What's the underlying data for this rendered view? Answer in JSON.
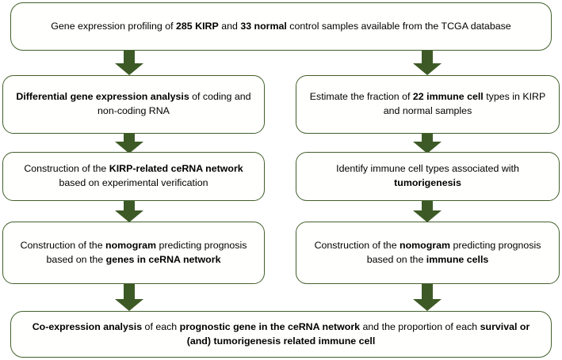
{
  "figure": {
    "type": "flowchart",
    "orientation": "top-to-bottom",
    "columns": 2,
    "colors": {
      "box_border": "#43602c",
      "box_fill": "#fffffd",
      "arrow": "#3d5a26",
      "text": "#000000",
      "background": "#ffffff"
    }
  },
  "nodes": {
    "top": {
      "id": "data-source",
      "text_html": "Gene expression profiling of <b>285 KIRP</b> and <b>33 normal</b> control samples available from the TCGA database",
      "text_plain": "Gene expression profiling of 285 KIRP and 33 normal control samples available from the TCGA database"
    },
    "left": [
      {
        "id": "differential-expression",
        "text_html": "<b>Differential gene expression analysis</b> of coding and non-coding RNA",
        "text_plain": "Differential gene expression analysis of coding and non-coding RNA"
      },
      {
        "id": "cerna-network",
        "text_html": "Construction of the <b>KIRP-related ceRNA network</b> based on experimental verification",
        "text_plain": "Construction of the KIRP-related ceRNA network based on experimental verification"
      },
      {
        "id": "nomogram-genes",
        "text_html": "Construction of the <b>nomogram</b> predicting prognosis based on the <b>genes in ceRNA network</b>",
        "text_plain": "Construction of the nomogram predicting prognosis based on the genes in ceRNA network"
      }
    ],
    "right": [
      {
        "id": "immune-fraction",
        "text_html": "Estimate the fraction of <b>22 immune cell</b> types in KIRP and normal samples",
        "text_plain": "Estimate the fraction of 22 immune cell types in KIRP and normal samples"
      },
      {
        "id": "immune-tumorigenesis",
        "text_html": "Identify immune cell types associated with <b>tumorigenesis</b>",
        "text_plain": "Identify immune cell types associated with tumorigenesis"
      },
      {
        "id": "nomogram-immune",
        "text_html": "Construction of the <b>nomogram</b> predicting prognosis based on the <b>immune cells</b>",
        "text_plain": "Construction of the nomogram predicting prognosis based on the immune cells"
      }
    ],
    "bottom": {
      "id": "co-expression-analysis",
      "text_html": "<b>Co-expression analysis</b> of each <b>prognostic gene in the ceRNA network</b> and the proportion of each <b>survival or (and) tumorigenesis related immune cell</b>",
      "text_plain": "Co-expression analysis of each prognostic gene in the ceRNA network and the proportion of each survival or (and) tumorigenesis related immune cell"
    }
  },
  "connectors": [
    {
      "id": "arrow-top-to-left-1",
      "icon": "down-arrow-icon",
      "from": "data-source",
      "to": "differential-expression"
    },
    {
      "id": "arrow-top-to-right-1",
      "icon": "down-arrow-icon",
      "from": "data-source",
      "to": "immune-fraction"
    },
    {
      "id": "arrow-left-1-to-2",
      "icon": "down-arrow-icon",
      "from": "differential-expression",
      "to": "cerna-network"
    },
    {
      "id": "arrow-right-1-to-2",
      "icon": "down-arrow-icon",
      "from": "immune-fraction",
      "to": "immune-tumorigenesis"
    },
    {
      "id": "arrow-left-2-to-3",
      "icon": "down-arrow-icon",
      "from": "cerna-network",
      "to": "nomogram-genes"
    },
    {
      "id": "arrow-right-2-to-3",
      "icon": "down-arrow-icon",
      "from": "immune-tumorigenesis",
      "to": "nomogram-immune"
    },
    {
      "id": "arrow-left-3-to-bottom",
      "icon": "down-arrow-icon",
      "from": "nomogram-genes",
      "to": "co-expression-analysis"
    },
    {
      "id": "arrow-right-3-to-bottom",
      "icon": "down-arrow-icon",
      "from": "nomogram-immune",
      "to": "co-expression-analysis"
    }
  ]
}
